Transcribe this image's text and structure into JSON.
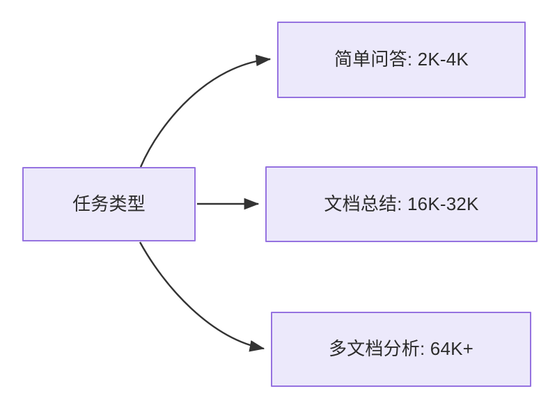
{
  "diagram": {
    "type": "flowchart",
    "direction": "left-to-right",
    "background_color": "#FFFFFF",
    "node_fill_color": "#ECE9FB",
    "node_border_color": "#9572E0",
    "node_text_color": "#2B2B2B",
    "edge_color": "#333333",
    "root": {
      "id": "root",
      "label": "任务类型"
    },
    "branches": [
      {
        "id": "task-1",
        "label": "简单问答: 2K-4K",
        "task": "简单问答",
        "context_length": "2K-4K",
        "edge_style": "curved-up"
      },
      {
        "id": "task-2",
        "label": "文档总结: 16K-32K",
        "task": "文档总结",
        "context_length": "16K-32K",
        "edge_style": "straight"
      },
      {
        "id": "task-3",
        "label": "多文档分析: 64K+",
        "task": "多文档分析",
        "context_length": "64K+",
        "edge_style": "curved-down"
      }
    ]
  }
}
